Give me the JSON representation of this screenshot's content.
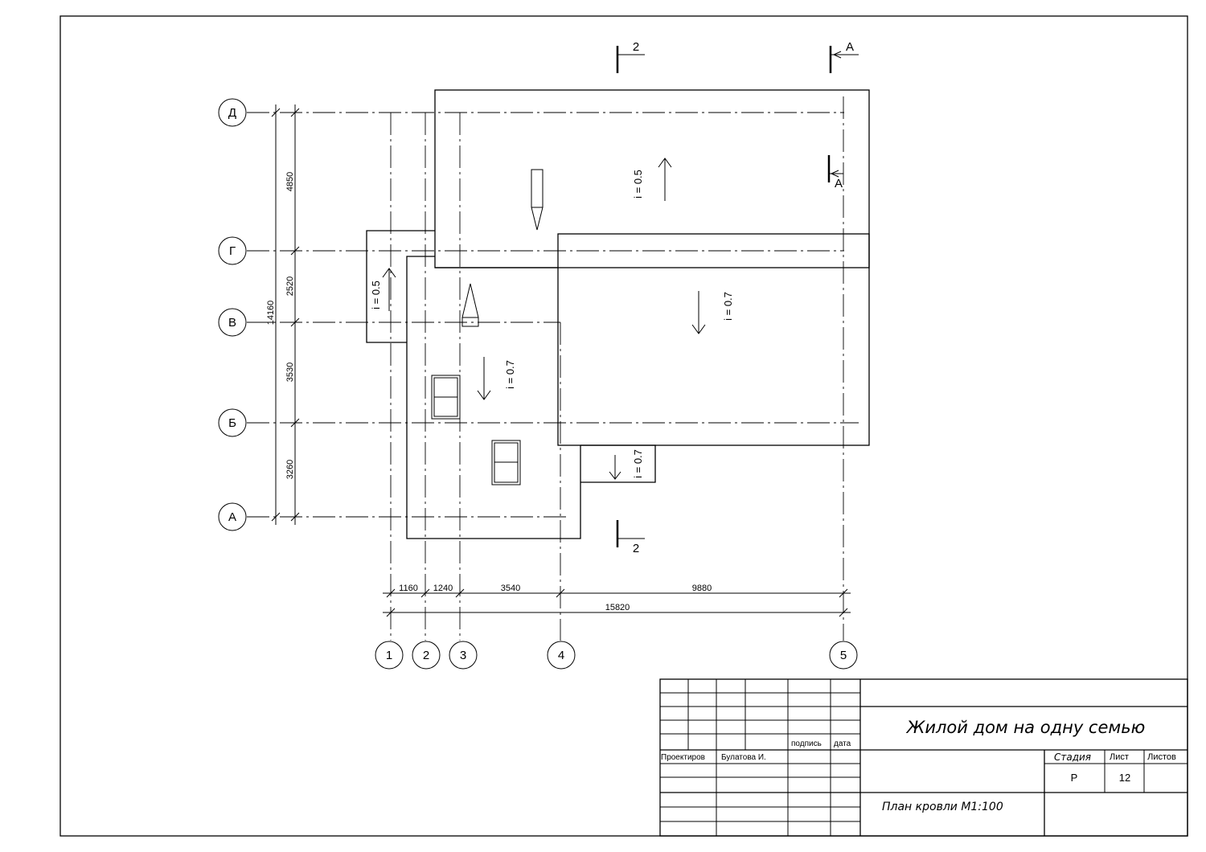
{
  "plan": {
    "axes_letters": [
      "Д",
      "Г",
      "В",
      "Б",
      "А"
    ],
    "axes_numbers": [
      "1",
      "2",
      "3",
      "4",
      "5"
    ],
    "dims_vertical": [
      "4850",
      "2520",
      "3530",
      "3260"
    ],
    "dim_vertical_total": "14160",
    "dims_horizontal": [
      "1160",
      "1240",
      "3540",
      "9880"
    ],
    "dim_horizontal_total": "15820",
    "slopes": [
      "i = 0.5",
      "i = 0.7",
      "i = 0.5",
      "i = 0.7",
      "i = 0.7"
    ],
    "section_marks": [
      "2",
      "А",
      "А",
      "2"
    ]
  },
  "title_block": {
    "project_title": "Жилой дом на одну семью",
    "sheet_title": "План кровли  М1:100",
    "label_signature": "подпись",
    "label_date": "дата",
    "role": "Проектиров",
    "designer": "Булатова И.",
    "label_stage": "Стадия",
    "label_sheet": "Лист",
    "label_sheets": "Листов",
    "stage": "Р",
    "sheet_number": "12"
  }
}
